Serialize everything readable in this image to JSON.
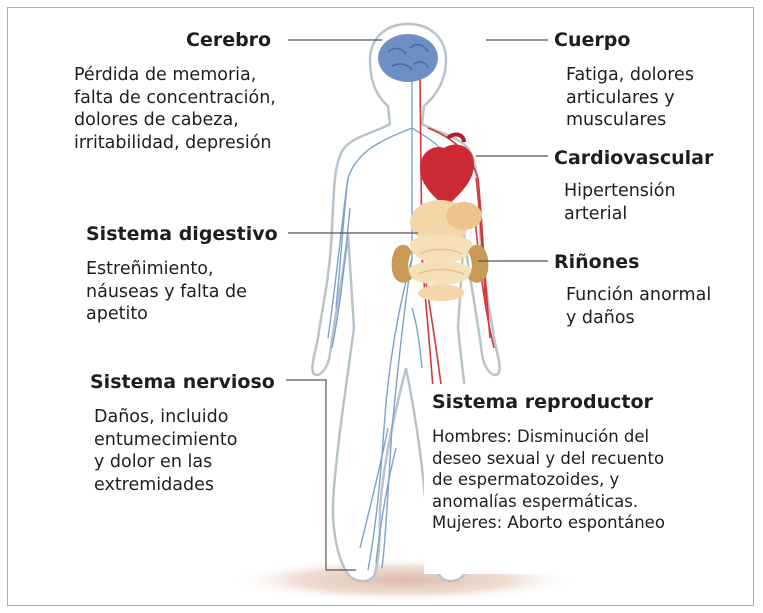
{
  "labels": {
    "cerebro": {
      "title": "Cerebro",
      "lines": [
        "Pérdida de memoria,",
        "falta de concentración,",
        "dolores de cabeza,",
        "irritabilidad, depresión"
      ]
    },
    "cuerpo": {
      "title": "Cuerpo",
      "lines": [
        "Fatiga, dolores",
        "articulares y",
        "musculares"
      ]
    },
    "cardiovascular": {
      "title": "Cardiovascular",
      "lines": [
        "Hipertensión",
        "arterial"
      ]
    },
    "digestivo": {
      "title": "Sistema digestivo",
      "lines": [
        "Estreñimiento,",
        "náuseas y falta de",
        "apetito"
      ]
    },
    "rinones": {
      "title": "Riñones",
      "lines": [
        "Función anormal",
        "y daños"
      ]
    },
    "nervioso": {
      "title": "Sistema nervioso",
      "lines": [
        "Daños, incluido",
        "entumecimiento",
        "y dolor en las",
        "extremidades"
      ]
    },
    "reproductor": {
      "title": "Sistema reproductor",
      "lines": [
        "Hombres: Disminución del",
        "deseo sexual y del recuento",
        "de espermatozoides, y",
        "anomalías espermáticas.",
        "Mujeres: Aborto espontáneo"
      ]
    }
  },
  "colors": {
    "body_outline": "#b8c4cc",
    "brain": "#6f8fc4",
    "heart": "#cc2b35",
    "artery": "#d23a3a",
    "nerve": "#7da2cf",
    "digestive": "#f3d7a8",
    "kidney": "#c79a55",
    "shadow": "#d9b7a6",
    "leader": "#555555",
    "frame": "#9fb3c3"
  }
}
